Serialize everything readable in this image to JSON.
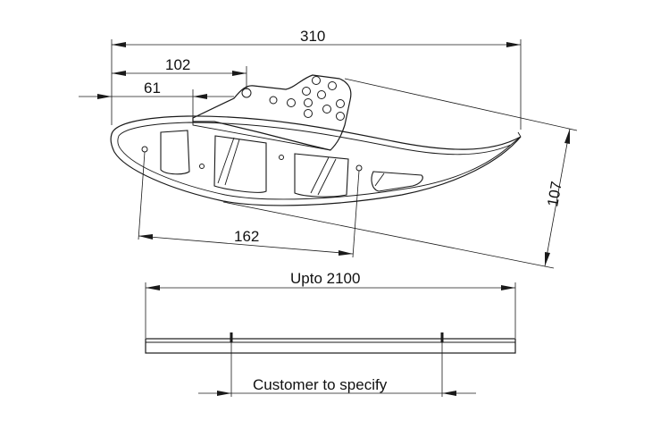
{
  "dimensions": {
    "overall_length": "310",
    "bracket_offset_102": "102",
    "bracket_offset_61": "61",
    "height": "107",
    "hole_spacing": "162",
    "blade_length": "Upto 2100",
    "support_spacing": "Customer to specify"
  }
}
